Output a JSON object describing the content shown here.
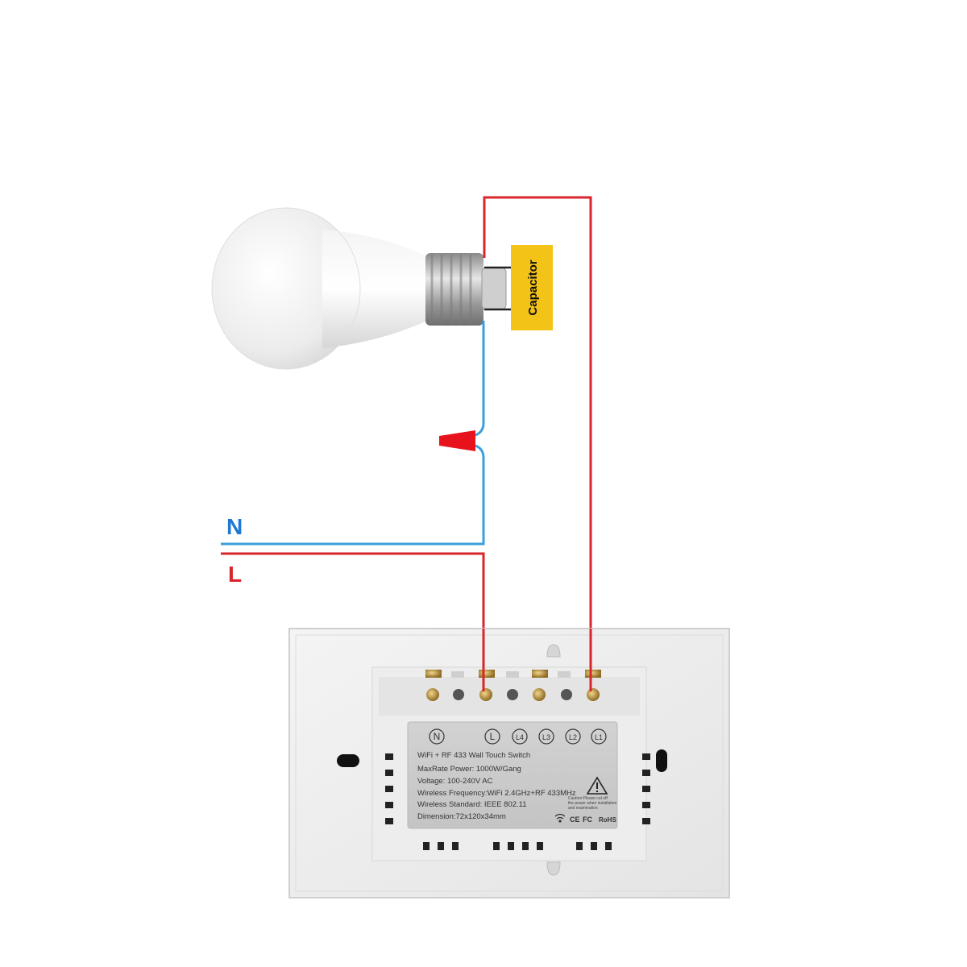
{
  "capacitor": {
    "label": "Capacitor"
  },
  "lines": {
    "neutral": {
      "label": "N",
      "color": "#1e78d2"
    },
    "live": {
      "label": "L",
      "color": "#d8262c"
    }
  },
  "wire_colors": {
    "live": "#d8262c",
    "neutral": "#3aa0d8",
    "connector": "#e8121c",
    "capacitor_fill": "#f4c318"
  },
  "switch": {
    "terminals": [
      "N",
      "L",
      "L4",
      "L3",
      "L2",
      "L1"
    ],
    "title": "WiFi + RF 433 Wall Touch Switch",
    "specs": [
      "MaxRate Power: 1000W/Gang",
      "Voltage: 100-240V AC",
      "Wireless Frequency:WiFi 2.4GHz+RF 433MHz",
      "Wireless Standard: IEEE 802.11",
      "Dimension:72x120x34mm"
    ],
    "caution": [
      "Caution:Please cut off",
      "the power when installation",
      "and examination"
    ],
    "marks": [
      "CE",
      "FC",
      "RoHS"
    ]
  }
}
